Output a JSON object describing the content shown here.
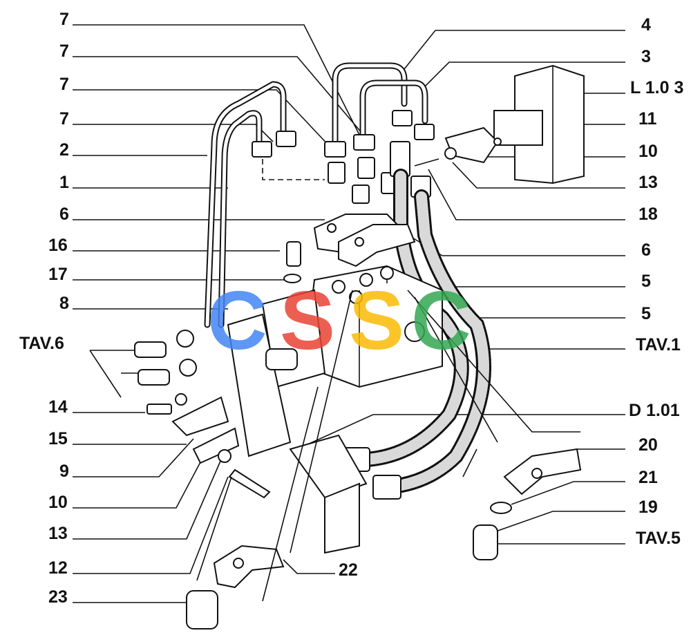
{
  "diagram": {
    "labels_left": [
      "7",
      "7",
      "7",
      "7",
      "2",
      "1",
      "6",
      "16",
      "17",
      "8",
      "TAV.6",
      "14",
      "15",
      "9",
      "10",
      "13",
      "12",
      "23"
    ],
    "labels_right": [
      "4",
      "3",
      "L 1.0 3",
      "11",
      "10",
      "13",
      "18",
      "6",
      "5",
      "5",
      "TAV.1",
      "D 1.01",
      "20",
      "21",
      "19",
      "TAV.5"
    ],
    "label_bottom": "22",
    "watermark": {
      "text": "CSSC",
      "colors": [
        "#4285F4",
        "#EA4335",
        "#FBBC05",
        "#34A853"
      ]
    }
  }
}
